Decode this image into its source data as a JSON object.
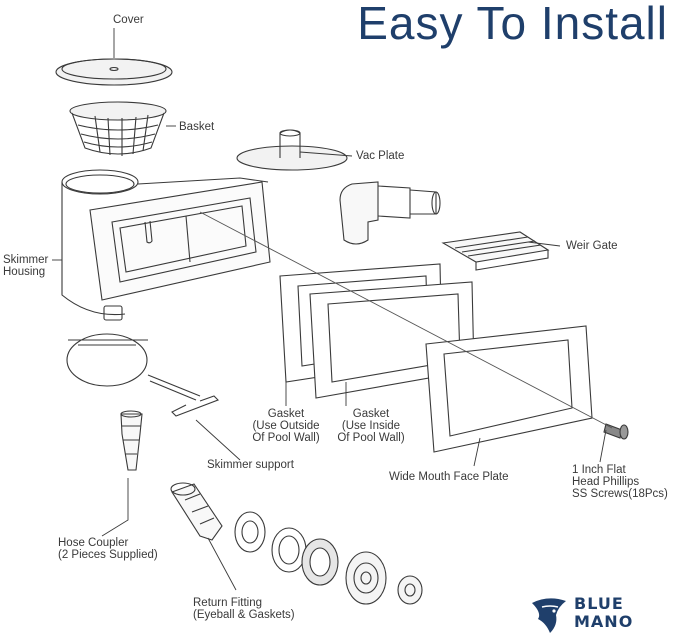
{
  "title": "Easy To Install",
  "brand": {
    "line1": "BLUE",
    "line2": "MANO",
    "color": "#1f3f6b"
  },
  "title_color": "#1f3f6b",
  "parts": {
    "cover": "Cover",
    "basket": "Basket",
    "vac_plate": "Vac Plate",
    "weir_gate": "Weir Gate",
    "skimmer_housing": [
      "Skimmer",
      "Housing"
    ],
    "gasket_outside": [
      "Gasket",
      "(Use Outside",
      "Of Pool Wall)"
    ],
    "gasket_inside": [
      "Gasket",
      "(Use Inside",
      "Of Pool Wall)"
    ],
    "skimmer_support": "Skimmer support",
    "face_plate": "Wide Mouth Face Plate",
    "screws": [
      "1 Inch Flat",
      "Head Phillips",
      "SS Screws(18Pcs)"
    ],
    "hose_coupler": [
      "Hose Coupler",
      "(2 Pieces Supplied)"
    ],
    "return_fitting": [
      "Return Fitting",
      "(Eyeball & Gaskets)"
    ]
  },
  "icons": [
    "manta-ray-logo-icon"
  ]
}
